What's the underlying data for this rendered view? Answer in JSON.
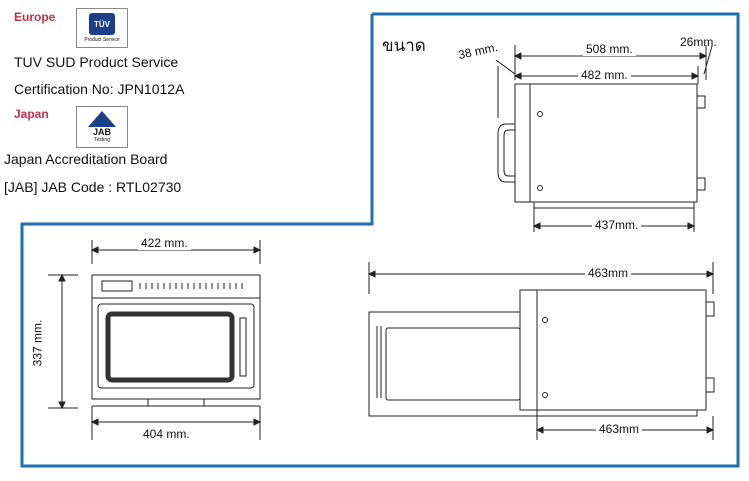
{
  "certifications": {
    "europe": {
      "region": "Europe",
      "logo_text": "TÜV",
      "logo_caption": "Product Service",
      "line1": "TUV SUD Product Service",
      "line2": "Certification No: JPN1012A"
    },
    "japan": {
      "region": "Japan",
      "logo_text": "JAB",
      "logo_caption": "Testing",
      "line1": "Japan Accreditation Board",
      "line2": "[JAB] JAB Code : RTL02730"
    }
  },
  "diagram": {
    "heading": "ขนาด",
    "side_view": {
      "handle_depth": "38 mm.",
      "total_depth": "508 mm.",
      "rear_offset": "26mm.",
      "body_depth": "482 mm.",
      "foot_span": "437mm."
    },
    "front_view": {
      "width_top": "422 mm.",
      "height": "337 mm.",
      "width_bottom": "404 mm."
    },
    "door_open_view": {
      "open_depth": "463mm",
      "body_depth": "463mm"
    }
  },
  "colors": {
    "frame": "#1e6fb0",
    "europe_label": "#c0304a",
    "japan_label": "#c0304a",
    "logo_blue": "#1b3f8a"
  }
}
